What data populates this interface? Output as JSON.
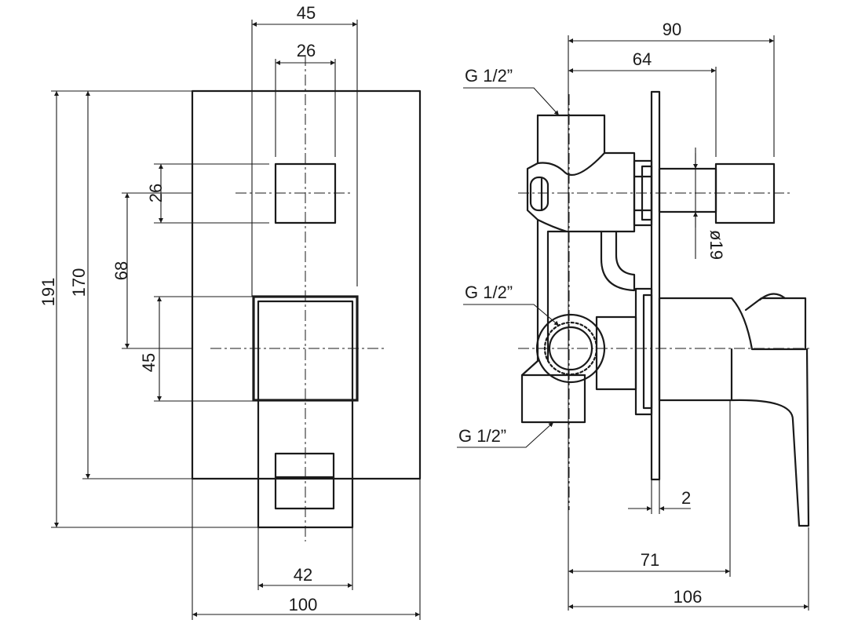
{
  "front_view": {
    "dim_width_top": "45",
    "dim_width_inner": "26",
    "dim_square_height": "26",
    "dim_spacing": "68",
    "dim_total_height": "191",
    "dim_plate_height": "170",
    "dim_lever_height": "45",
    "dim_lever_width": "42",
    "dim_plate_width": "100"
  },
  "side_view": {
    "thread_top": "G 1/2”",
    "thread_middle": "G 1/2”",
    "thread_bottom": "G 1/2”",
    "dim_depth_total": "90",
    "dim_depth_knob": "64",
    "dim_knob_diameter": "ø19",
    "dim_plate_thickness": "2",
    "dim_depth_lever": "71",
    "dim_depth_lever_total": "106"
  }
}
